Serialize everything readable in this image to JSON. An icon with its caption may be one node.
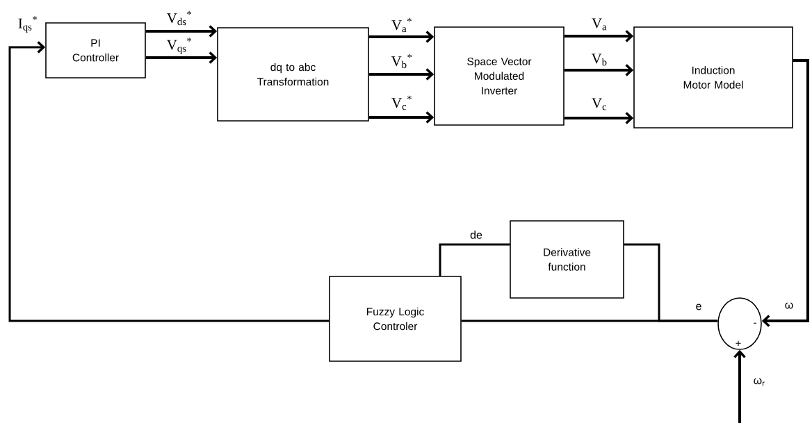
{
  "diagram": {
    "nodes": [
      {
        "text": [
          "PI Controller"
        ]
      },
      {
        "text": [
          "dq to abc Transformation"
        ]
      },
      {
        "text": [
          "Space Vector Modulated Inverter"
        ]
      },
      {
        "text": [
          "Induction Motor Model"
        ]
      },
      {
        "text": [
          "Derivative function"
        ]
      },
      {
        "text": [
          "Fuzzy Logic Controler"
        ]
      },
      {
        "text": [
          "-",
          "+"
        ]
      }
    ],
    "edges": [
      {
        "from": 0,
        "to": 1,
        "arrow": "to",
        "label": "V$_{ds}$$^{*}$"
      },
      {
        "from": 0,
        "to": 1,
        "arrow": "to",
        "label": "V$_{qs}$$^{*}$"
      },
      {
        "from": 1,
        "to": 2,
        "arrow": "to",
        "label": "V$_{a}$$^{*}$"
      },
      {
        "from": 1,
        "to": 2,
        "arrow": "to",
        "label": "V$_{b}$$^{*}$"
      },
      {
        "from": 1,
        "to": 2,
        "arrow": "to",
        "label": "V$_{c}$$^{*}$"
      },
      {
        "from": 2,
        "to": 3,
        "arrow": "to",
        "label": "V$_{a}$"
      },
      {
        "from": 2,
        "to": 3,
        "arrow": "to",
        "label": "V$_{b}$"
      },
      {
        "from": 2,
        "to": 3,
        "arrow": "to",
        "label": "V$_{c}$"
      },
      {
        "from": 3,
        "to": 6,
        "arrow": "to",
        "label": "ω"
      },
      {
        "from": null,
        "to": 6,
        "arrow": "to",
        "label": "ω$_{r}$"
      },
      {
        "from": 6,
        "to": 5,
        "arrow": "none",
        "label": "e"
      },
      {
        "from": 6,
        "to": 4,
        "arrow": "none"
      },
      {
        "from": 4,
        "to": 5,
        "arrow": "none",
        "label": "de"
      },
      {
        "from": 5,
        "to": 0,
        "arrow": "to",
        "label": "I$_{qs}$$^{*}$"
      }
    ]
  }
}
